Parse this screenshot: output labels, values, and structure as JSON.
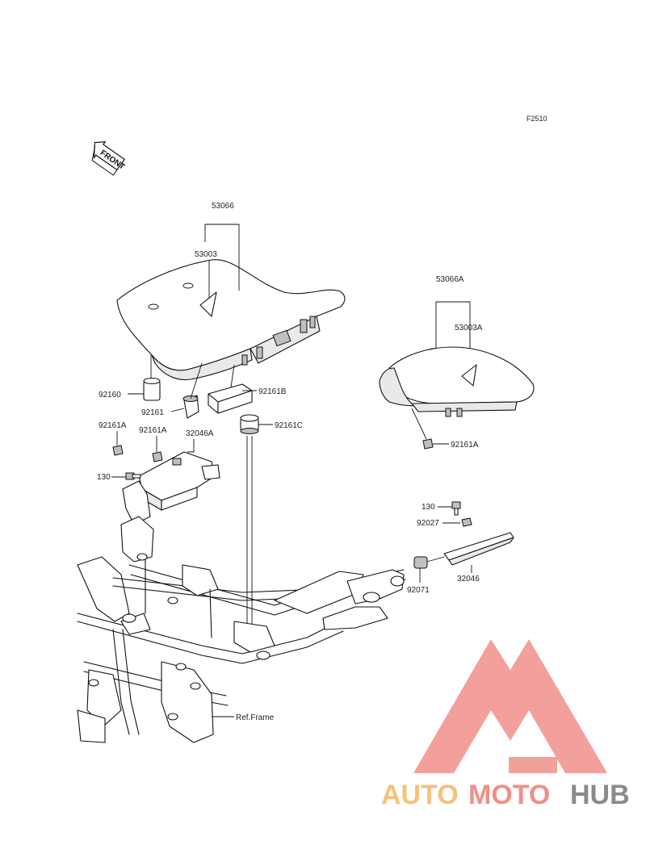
{
  "diagram_code": "F2510",
  "front_indicator": "FRONT",
  "parts": {
    "p53066": "53066",
    "p53003": "53003",
    "p53066A": "53066A",
    "p53003A": "53003A",
    "p92160": "92160",
    "p92161": "92161",
    "p92161B": "92161B",
    "p92161C": "92161C",
    "p92161A_left1": "92161A",
    "p92161A_left2": "92161A",
    "p92161A_right": "92161A",
    "p32046A": "32046A",
    "p130_left": "130",
    "p130_right": "130",
    "p92027": "92027",
    "p32046": "32046",
    "p92071": "92071",
    "ref_frame": "Ref.Frame"
  },
  "watermark": {
    "brand_auto": "AUTO",
    "brand_moto": "MOTO",
    "brand_hub": "HUB",
    "color_auto": "#f5c27a",
    "color_moto": "#f08f86",
    "color_hub": "#8a8a8a",
    "logo_color": "#f08a84"
  }
}
